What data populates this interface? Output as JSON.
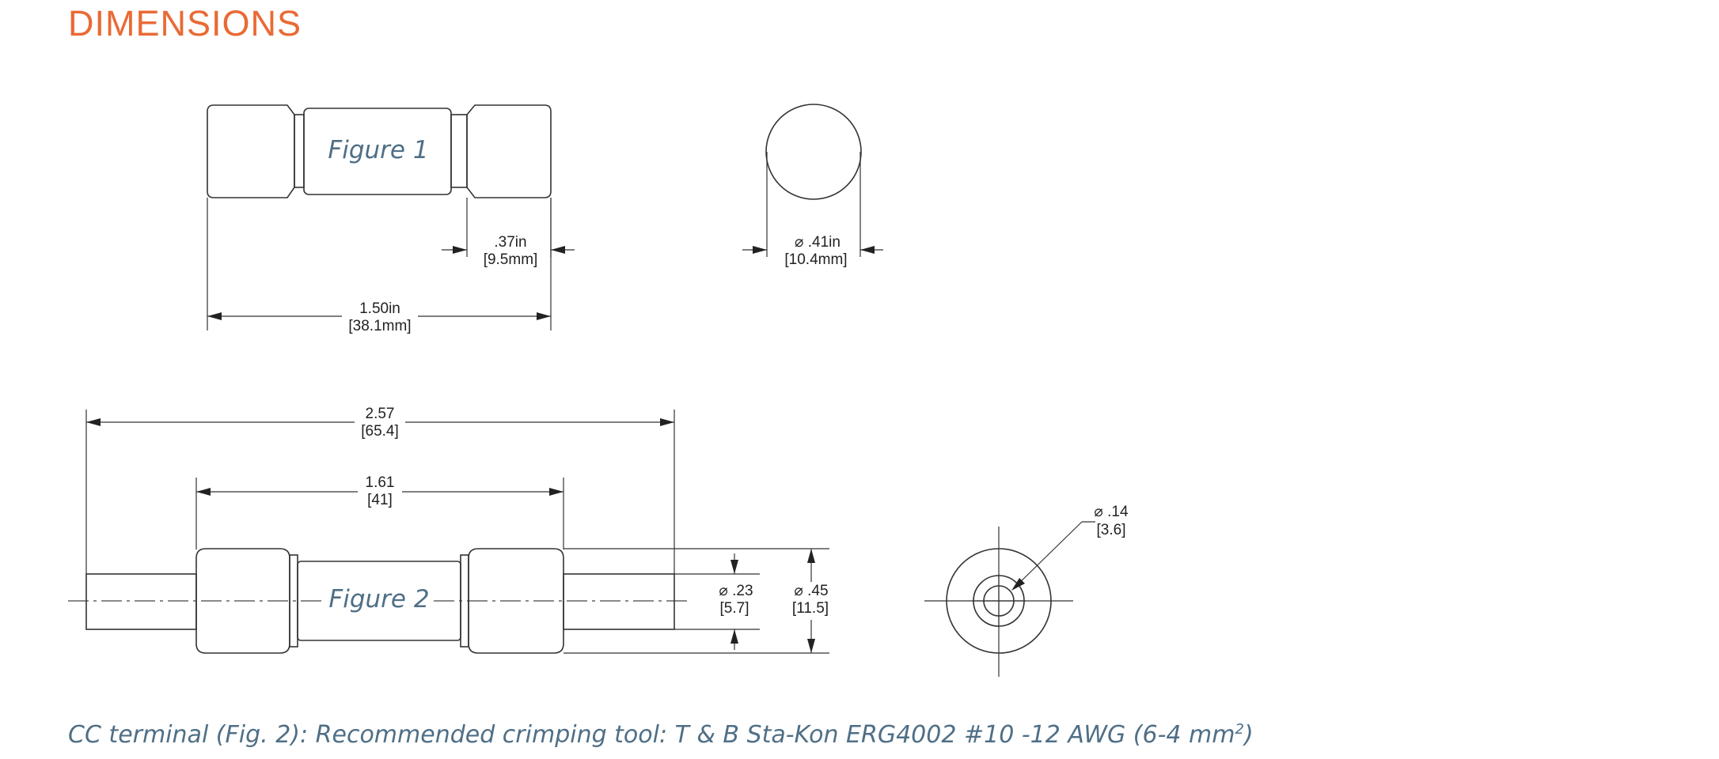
{
  "title": "DIMENSIONS",
  "caption": {
    "text": "CC terminal (Fig. 2): Recommended crimping tool: T & B Sta-Kon ERG4002 #10 -12 AWG (6-4 mm",
    "superscript": "2",
    "suffix": ")"
  },
  "figure1": {
    "label": "Figure 1",
    "end_cap_width": {
      "in": ".37in",
      "mm": "[9.5mm]"
    },
    "overall_length": {
      "in": "1.50in",
      "mm": "[38.1mm]"
    },
    "diameter": {
      "in": "⌀ .41in",
      "mm": "[10.4mm]"
    }
  },
  "figure2": {
    "label": "Figure 2",
    "overall_length": {
      "in": "2.57",
      "mm": "[65.4]"
    },
    "body_length": {
      "in": "1.61",
      "mm": "[41]"
    },
    "terminal_diameter": {
      "in": "⌀ .23",
      "mm": "[5.7]"
    },
    "body_diameter": {
      "in": "⌀ .45",
      "mm": "[11.5]"
    },
    "hole_diameter": {
      "in": "⌀ .14",
      "mm": "[3.6]"
    }
  },
  "colors": {
    "title": "#e96a35",
    "caption": "#4f6f86",
    "line": "#333333"
  }
}
